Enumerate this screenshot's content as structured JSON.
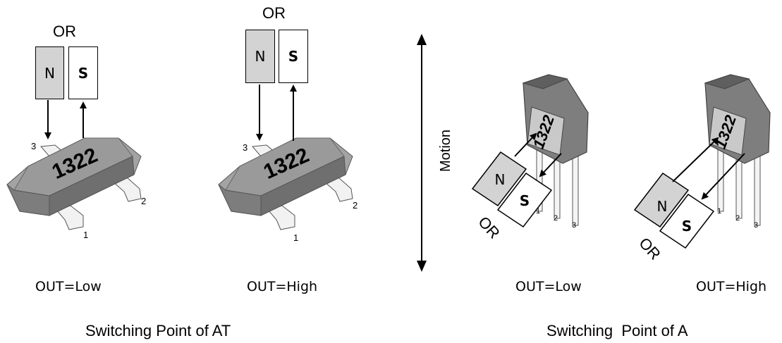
{
  "panels": {
    "sot_low": {
      "or": "OR",
      "n": "N",
      "s": "S",
      "marking": "1322",
      "pin1": "1",
      "pin2": "2",
      "pin3": "3",
      "out": "OUT=Low"
    },
    "sot_high": {
      "or": "OR",
      "n": "N",
      "s": "S",
      "marking": "1322",
      "pin1": "1",
      "pin2": "2",
      "pin3": "3",
      "out": "OUT=High"
    },
    "to92_low": {
      "or": "OR",
      "n": "N",
      "s": "S",
      "marking": "1322",
      "pin1": "1",
      "pin2": "2",
      "pin3": "3",
      "out": "OUT=Low"
    },
    "to92_high": {
      "or": "OR",
      "n": "N",
      "s": "S",
      "marking": "1322",
      "pin1": "1",
      "pin2": "2",
      "pin3": "3",
      "out": "OUT=High"
    }
  },
  "motion": "Motion",
  "captions": {
    "left": "Switching Point of AT",
    "right": "Switching  Point of A"
  },
  "colors": {
    "north_pole": "#d3d3d3",
    "south_pole": "#ffffff",
    "package_body": "#8c8c8c"
  }
}
